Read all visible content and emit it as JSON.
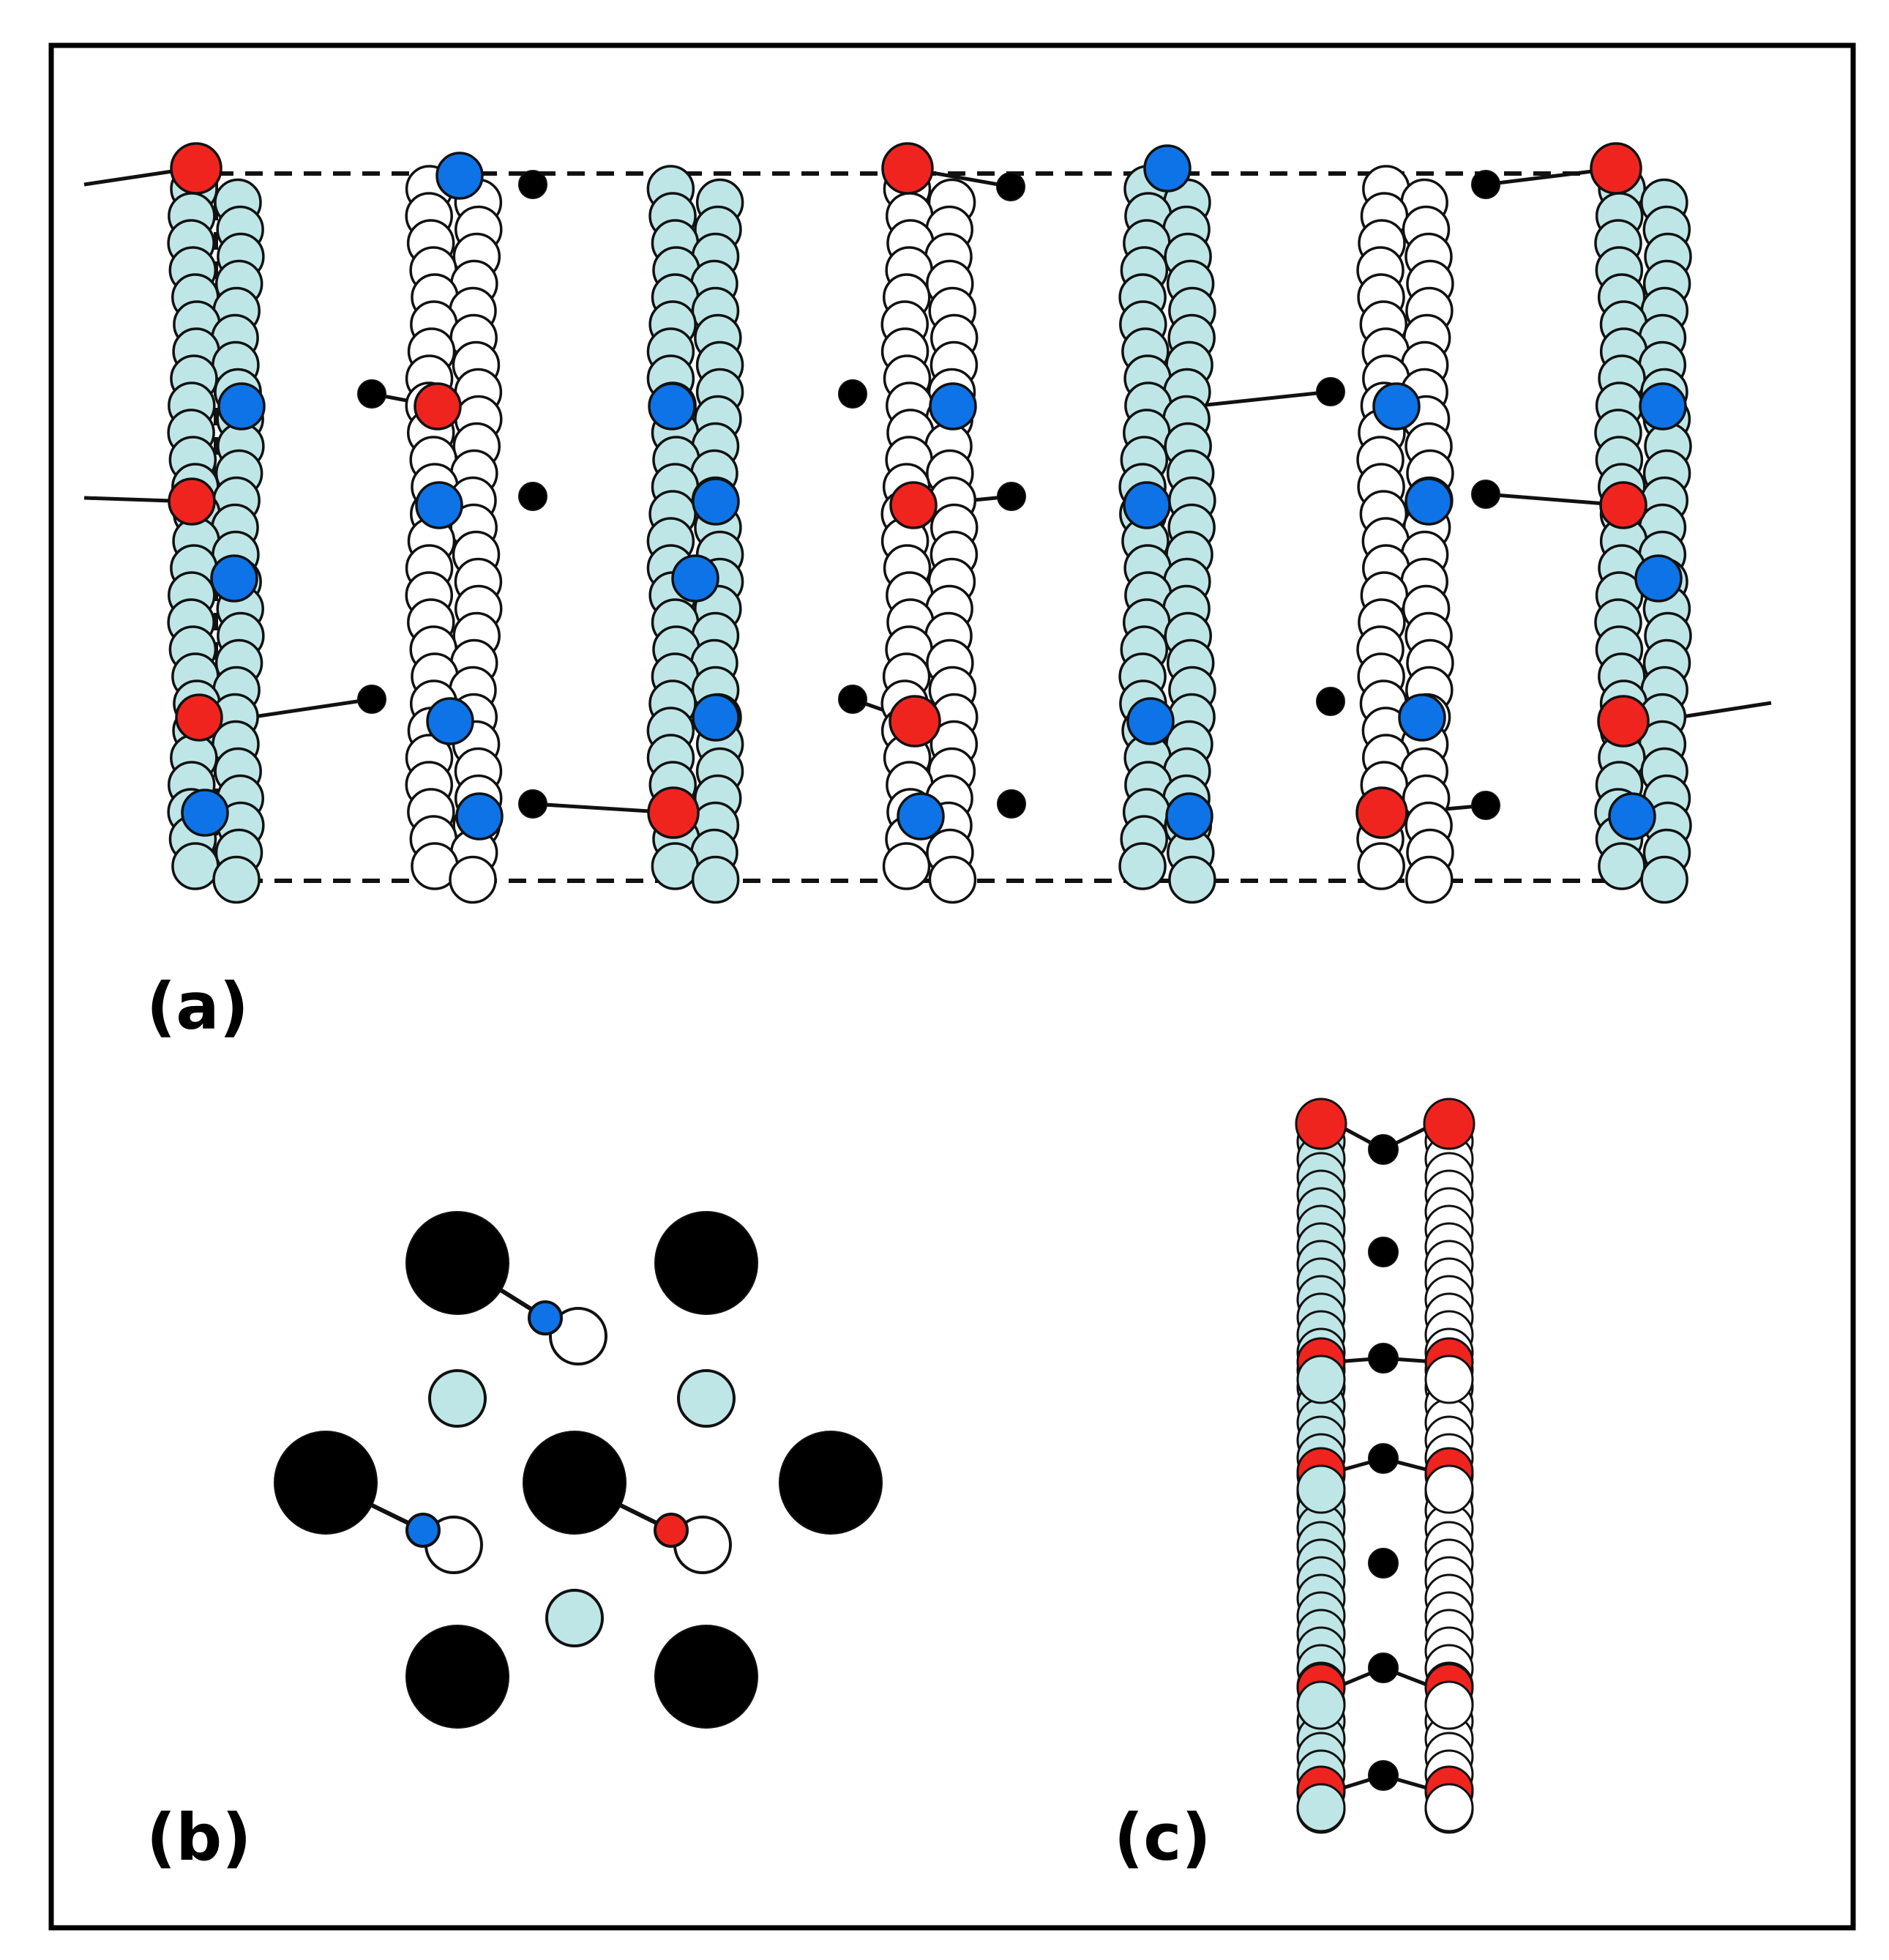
{
  "panels": {
    "a": {
      "label": "(a)"
    },
    "b": {
      "label": "(b)"
    },
    "c": {
      "label": "(c)"
    }
  },
  "colors": {
    "light_bead": "#bfe6e6",
    "white_bead": "#ffffff",
    "red_bead": "#f0241f",
    "blue_bead": "#0d73e6",
    "ion": "#000000",
    "outline": "#111111"
  }
}
